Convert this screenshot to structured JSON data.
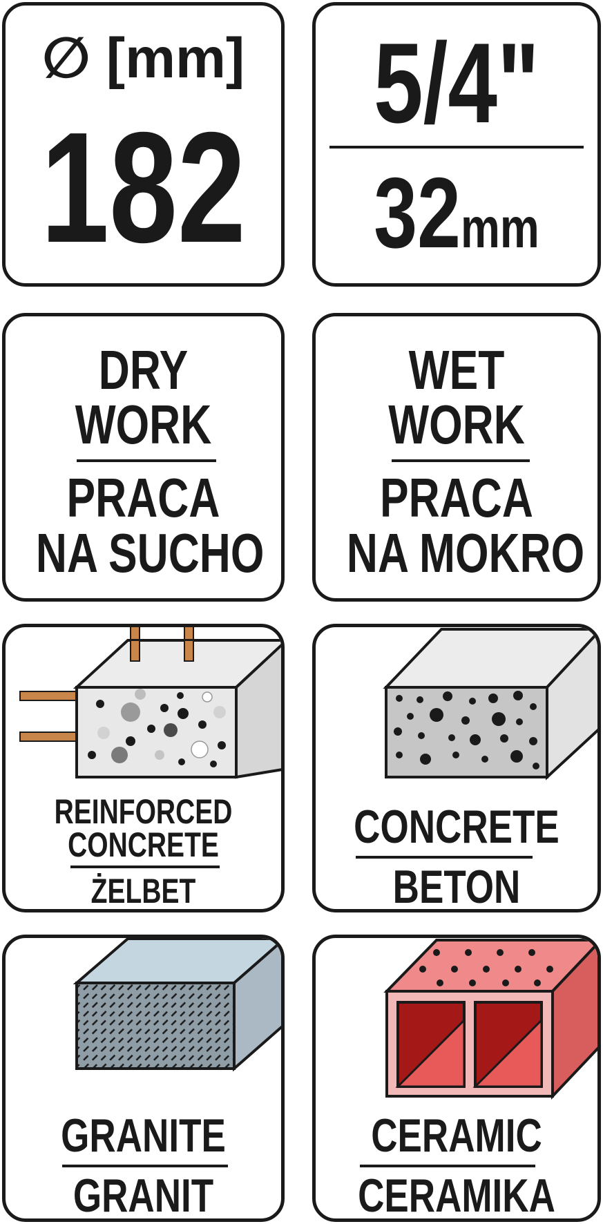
{
  "diameter": {
    "symbol": "∅",
    "unit": "[mm]",
    "value": "182"
  },
  "thread": {
    "inch": "5/4\"",
    "mm_value": "32",
    "mm_unit": "mm"
  },
  "dry_work": {
    "line1": "DRY",
    "line2": "WORK",
    "pl_line1": "PRACA",
    "pl_line2": "NA SUCHO"
  },
  "wet_work": {
    "line1": "WET",
    "line2": "WORK",
    "pl_line1": "PRACA",
    "pl_line2": "NA MOKRO"
  },
  "reinforced_concrete": {
    "line1": "REINFORCED",
    "line2": "CONCRETE",
    "pl": "ŻELBET"
  },
  "concrete": {
    "en": "CONCRETE",
    "pl": "BETON"
  },
  "granite": {
    "en": "GRANITE",
    "pl": "GRANIT"
  },
  "ceramic": {
    "en": "CERAMIC",
    "pl": "CERAMIKA"
  },
  "colors": {
    "outline": "#1a1a1a",
    "concrete_face": "#e4e4e4",
    "concrete_top": "#ececec",
    "concrete_side": "#d6d6d6",
    "gray_face": "#c8c8c8",
    "rebar": "#c8864a",
    "granite_face": "#8f9da6",
    "granite_top": "#c4d6e0",
    "granite_side": "#aab9c4",
    "ceramic_face": "#f2b8b8",
    "ceramic_top": "#f08a8a",
    "ceramic_side": "#d85d5d",
    "ceramic_hole": "#a51818"
  },
  "icons": [
    "diameter-icon",
    "rebar-concrete-block-icon",
    "concrete-block-icon",
    "granite-block-icon",
    "ceramic-brick-icon"
  ]
}
